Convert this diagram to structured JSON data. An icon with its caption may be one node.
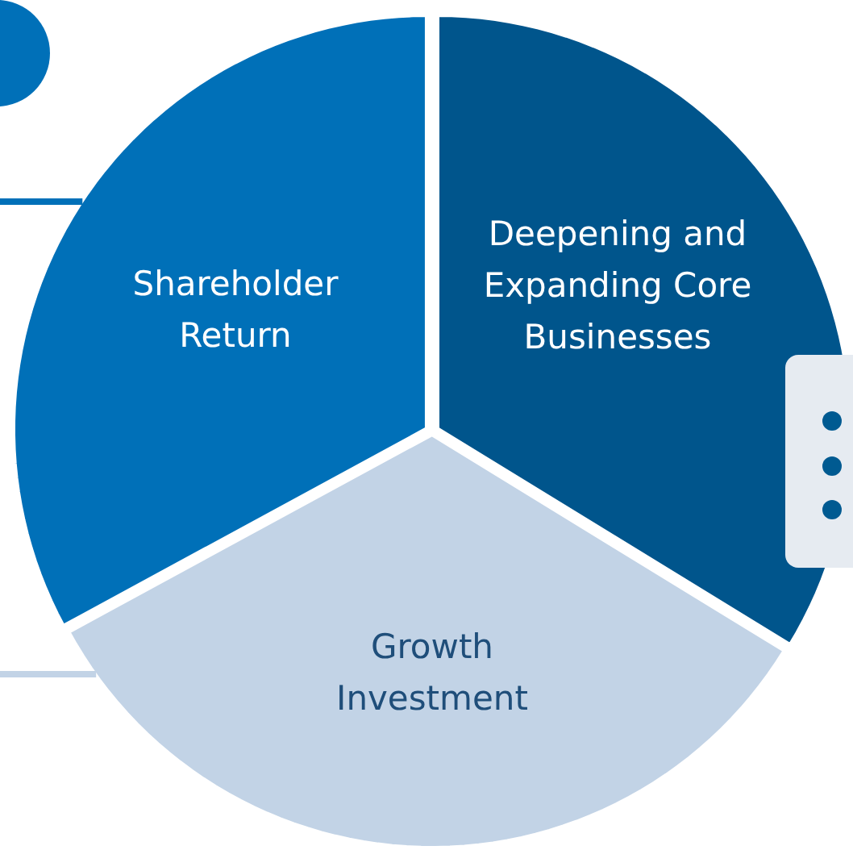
{
  "diagram": {
    "nodes": [
      {
        "text": [
          "Shareholder Return"
        ]
      },
      {
        "text": [
          "Deepening and Expanding Core Businesses"
        ]
      },
      {
        "text": [
          "Growth Investment"
        ]
      }
    ],
    "edges": [
      {
        "from": null,
        "to": 0,
        "arrow": "none",
        "color": "#0070b8"
      },
      {
        "from": null,
        "to": 2,
        "arrow": "none",
        "color": "#c2d3e6"
      }
    ]
  }
}
